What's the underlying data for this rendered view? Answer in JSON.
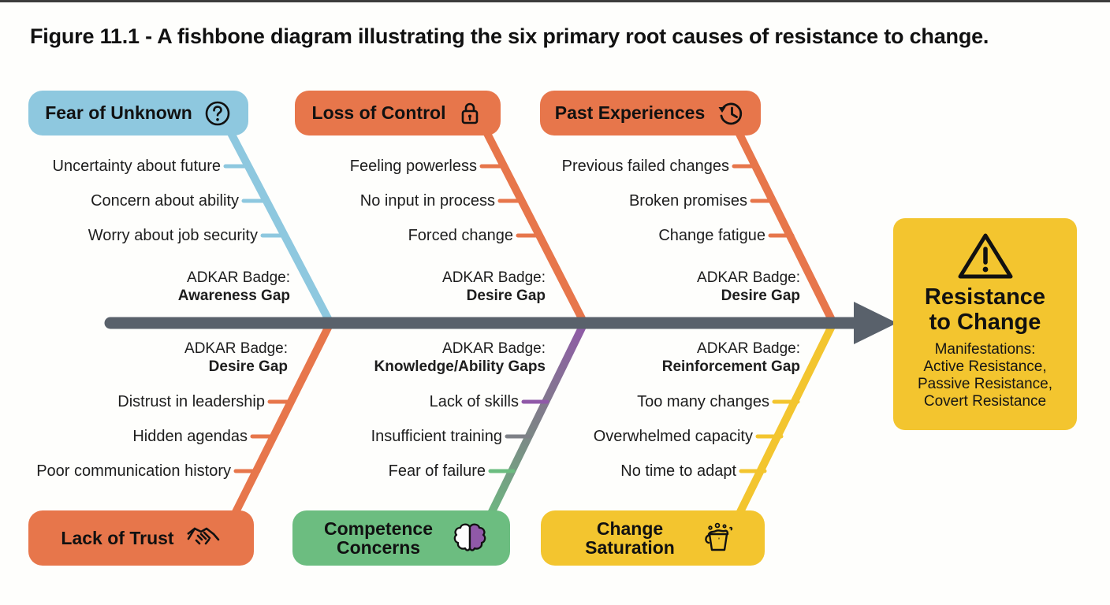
{
  "figure_caption": "Figure 11.1 - A fishbone diagram illustrating the six primary root causes of resistance to change.",
  "adkar_prefix": "ADKAR Badge:",
  "colors": {
    "blue": "#8EC8DF",
    "orange": "#E7764B",
    "green": "#6CBD80",
    "yellow": "#F3C52F",
    "purple": "#9059A8",
    "gray": "#7E8187",
    "spine": "#59616B",
    "text": "#1D1D1D"
  },
  "categories": [
    {
      "label": "Fear of Unknown",
      "icon": "question-circle-icon",
      "position": "top-left",
      "color": "#8EC8DF",
      "adkar_gap": "Awareness Gap",
      "causes": [
        "Uncertainty about future",
        "Concern about ability",
        "Worry about job security"
      ]
    },
    {
      "label": "Loss of Control",
      "icon": "lock-icon",
      "position": "top-middle",
      "color": "#E7764B",
      "adkar_gap": "Desire Gap",
      "causes": [
        "Feeling powerless",
        "No input in process",
        "Forced change"
      ]
    },
    {
      "label": "Past Experiences",
      "icon": "history-clock-icon",
      "position": "top-right",
      "color": "#E7764B",
      "adkar_gap": "Desire Gap",
      "causes": [
        "Previous failed changes",
        "Broken promises",
        "Change fatigue"
      ]
    },
    {
      "label": "Lack of Trust",
      "icon": "handshake-icon",
      "position": "bottom-left",
      "color": "#E7764B",
      "adkar_gap": "Desire Gap",
      "causes": [
        "Distrust in leadership",
        "Hidden agendas",
        "Poor communication history"
      ]
    },
    {
      "label": "Competence Concerns",
      "icon": "brain-icon",
      "position": "bottom-middle",
      "color": "#6CBD80",
      "adkar_gap": "Knowledge/Ability Gaps",
      "causes": [
        "Lack of skills",
        "Insufficient training",
        "Fear of failure"
      ]
    },
    {
      "label": "Change Saturation",
      "icon": "bucket-icon",
      "position": "bottom-right",
      "color": "#F3C52F",
      "adkar_gap": "Reinforcement Gap",
      "causes": [
        "Too many changes",
        "Overwhelmed capacity",
        "No time to adapt"
      ]
    }
  ],
  "effect": {
    "title_line1": "Resistance",
    "title_line2": "to Change",
    "icon": "warning-triangle-icon",
    "color": "#F3C52F",
    "manifestations": [
      "Manifestations:",
      "Active Resistance,",
      "Passive Resistance,",
      "Covert Resistance"
    ]
  }
}
